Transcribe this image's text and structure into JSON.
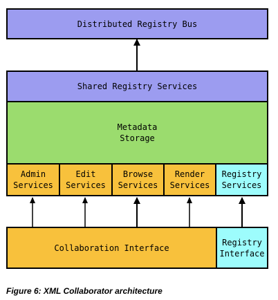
{
  "diagram": {
    "bus": "Distributed Registry Bus",
    "shared": "Shared Registry Services",
    "metadata": "Metadata\nStorage",
    "services": [
      "Admin\nServices",
      "Edit\nServices",
      "Browse\nServices",
      "Render\nServices",
      "Registry\nServices"
    ],
    "collaboration": "Collaboration Interface",
    "registry_interface": "Registry\nInterface",
    "colors": {
      "purple": "#9c9cf0",
      "green": "#9bdc6e",
      "orange": "#f8c13c",
      "cyan": "#9dfcfc"
    }
  },
  "caption": "Figure 6: XML Collaborator architecture"
}
